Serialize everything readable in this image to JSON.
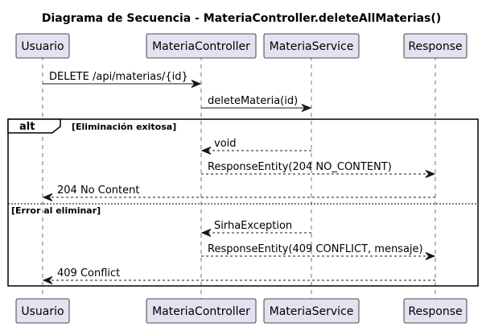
{
  "title": "Diagrama de Secuencia - MateriaController.deleteAllMaterias()",
  "participants": [
    {
      "id": "usuario",
      "label": "Usuario"
    },
    {
      "id": "controller",
      "label": "MateriaController"
    },
    {
      "id": "service",
      "label": "MateriaService"
    },
    {
      "id": "response",
      "label": "Response"
    }
  ],
  "messages": [
    {
      "from": "usuario",
      "to": "controller",
      "label": "DELETE /api/materias/{id}",
      "style": "solid"
    },
    {
      "from": "controller",
      "to": "service",
      "label": "deleteMateria(id)",
      "style": "solid"
    },
    {
      "from": "service",
      "to": "controller",
      "label": "void",
      "style": "dashed"
    },
    {
      "from": "controller",
      "to": "response",
      "label": "ResponseEntity(204 NO_CONTENT)",
      "style": "dashed"
    },
    {
      "from": "response",
      "to": "usuario",
      "label": "204 No Content",
      "style": "dashed"
    },
    {
      "from": "service",
      "to": "controller",
      "label": "SirhaException",
      "style": "dashed"
    },
    {
      "from": "controller",
      "to": "response",
      "label": "ResponseEntity(409 CONFLICT, mensaje)",
      "style": "dashed"
    },
    {
      "from": "response",
      "to": "usuario",
      "label": "409 Conflict",
      "style": "dashed"
    }
  ],
  "fragment": {
    "keyword": "alt",
    "guards": [
      "[Eliminación exitosa]",
      "[Error al eliminar]"
    ]
  }
}
